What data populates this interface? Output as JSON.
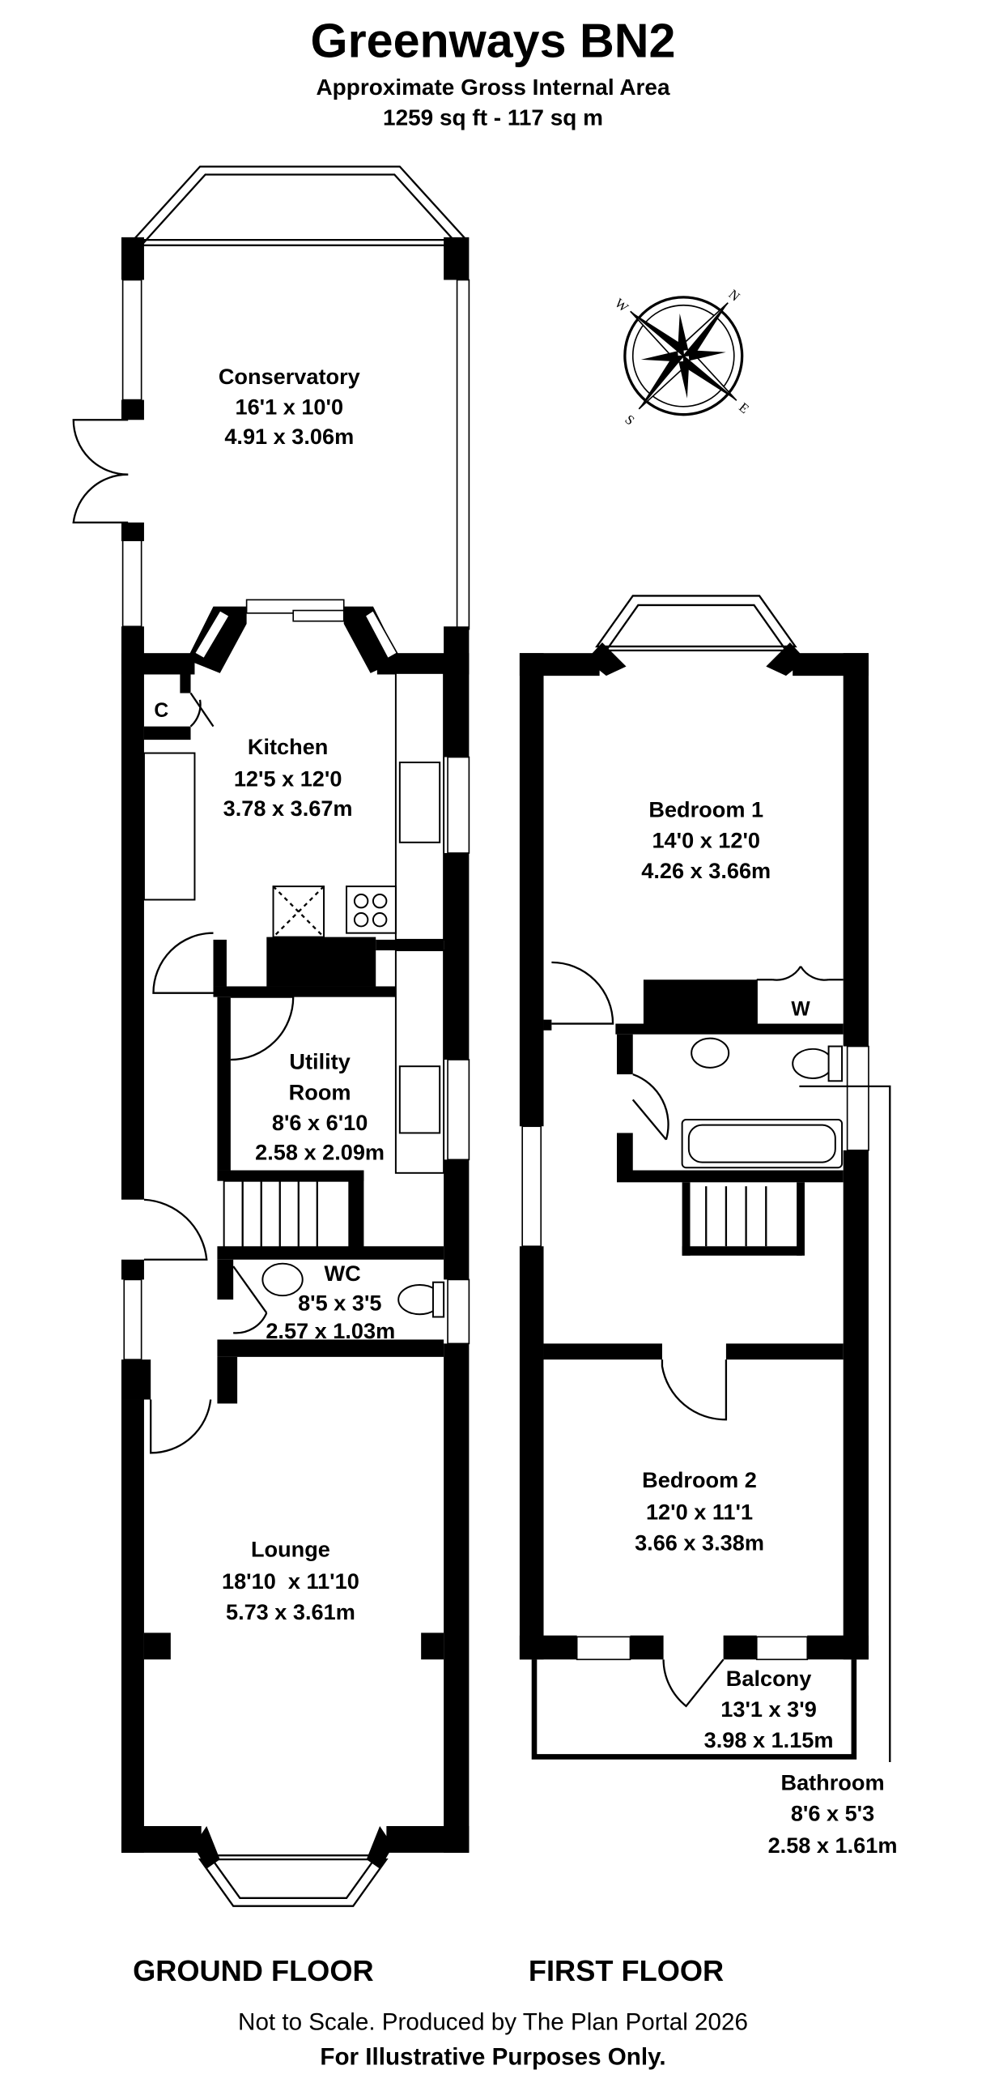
{
  "header": {
    "title": "Greenways BN2",
    "subtitle": "Approximate Gross Internal Area",
    "area": "1259 sq ft - 117 sq m"
  },
  "compass": {
    "labels": [
      "N",
      "E",
      "S",
      "W"
    ]
  },
  "ground_floor": {
    "label": "GROUND FLOOR",
    "rooms": [
      {
        "name": "Conservatory",
        "imperial": "16'1 x 10'0",
        "metric": "4.91 x 3.06m"
      },
      {
        "name": "Kitchen",
        "imperial": "12'5 x 12'0",
        "metric": "3.78 x 3.67m"
      },
      {
        "name_line1": "Utility",
        "name_line2": "Room",
        "imperial": "8'6 x 6'10",
        "metric": "2.58 x 2.09m"
      },
      {
        "name": "WC",
        "imperial": "8'5 x 3'5",
        "metric": "2.57 x 1.03m"
      },
      {
        "name": "Lounge",
        "imperial": "18'10  x 11'10",
        "metric": "5.73 x 3.61m"
      }
    ],
    "cupboard_label": "C"
  },
  "first_floor": {
    "label": "FIRST FLOOR",
    "rooms": [
      {
        "name": "Bedroom 1",
        "imperial": "14'0 x 12'0",
        "metric": "4.26 x 3.66m"
      },
      {
        "name": "Bedroom 2",
        "imperial": "12'0 x 11'1",
        "metric": "3.66 x 3.38m"
      },
      {
        "name": "Balcony",
        "imperial": "13'1 x 3'9",
        "metric": "3.98 x 1.15m"
      },
      {
        "name": "Bathroom",
        "imperial": "8'6 x 5'3",
        "metric": "2.58 x 1.61m"
      }
    ],
    "wardrobe_label": "W"
  },
  "footer": {
    "note": "Not to Scale. Produced by The Plan Portal 2026",
    "disclaimer": "For Illustrative Purposes Only."
  }
}
